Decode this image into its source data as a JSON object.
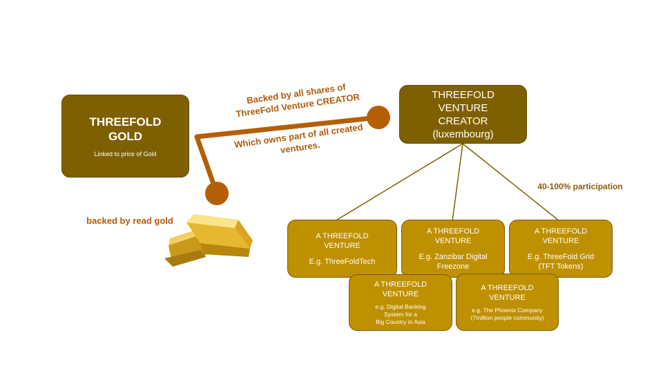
{
  "threefold_gold": {
    "title": "THREEFOLD\nGOLD",
    "subtitle": "Linked to price of Gold"
  },
  "creator": {
    "title": "THREEFOLD\nVENTURE\nCREATOR\n(luxembourg)"
  },
  "labels": {
    "backed_by_shares": "Backed by all shares of\nThreeFold Venture CREATOR",
    "owns_part": "Which owns part of all created\nventures.",
    "backed_by_gold": "backed by read gold",
    "participation": "40-100% participation"
  },
  "ventures": [
    {
      "title": "A THREEFOLD\nVENTURE",
      "example": "E.g. ThreeFoldTech"
    },
    {
      "title": "A THREEFOLD\nVENTURE",
      "example": "E.g. Zanzibar Digital\nFreezone"
    },
    {
      "title": "A THREEFOLD\nVENTURE",
      "example": "E.g. ThreeFold Grid\n(TFT Tokens)"
    },
    {
      "title": "A THREEFOLD\nVENTURE",
      "example": "e.g. Digital Banking\nSystem for a\nBig Country in Asia"
    },
    {
      "title": "A THREEFOLD\nVENTURE",
      "example": "e.g. The Phoenix Company\n(7million people community)"
    }
  ],
  "colors": {
    "dark_box": "#7f6000",
    "venture_box": "#bf9000",
    "connector": "#b45f06",
    "tree_line": "#7f6000"
  },
  "icons": {
    "gold_bars": "gold-bars-icon"
  }
}
